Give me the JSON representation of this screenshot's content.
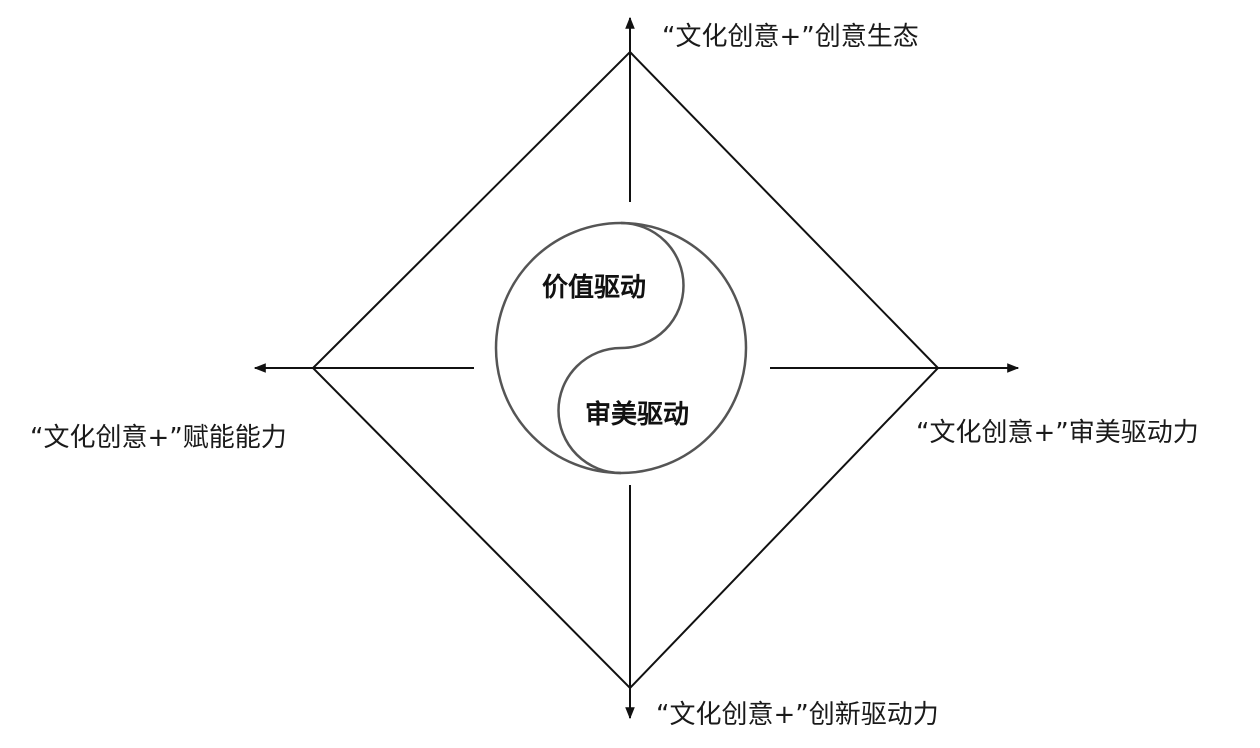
{
  "diagram": {
    "labels": {
      "top": "“文化创意+”创意生态",
      "left": "“文化创意+”赋能能力",
      "right": "“文化创意+”审美驱动力",
      "bottom": "“文化创意+”创新驱动力"
    },
    "center": {
      "upper": "价值驱动",
      "lower": "审美驱动"
    }
  }
}
